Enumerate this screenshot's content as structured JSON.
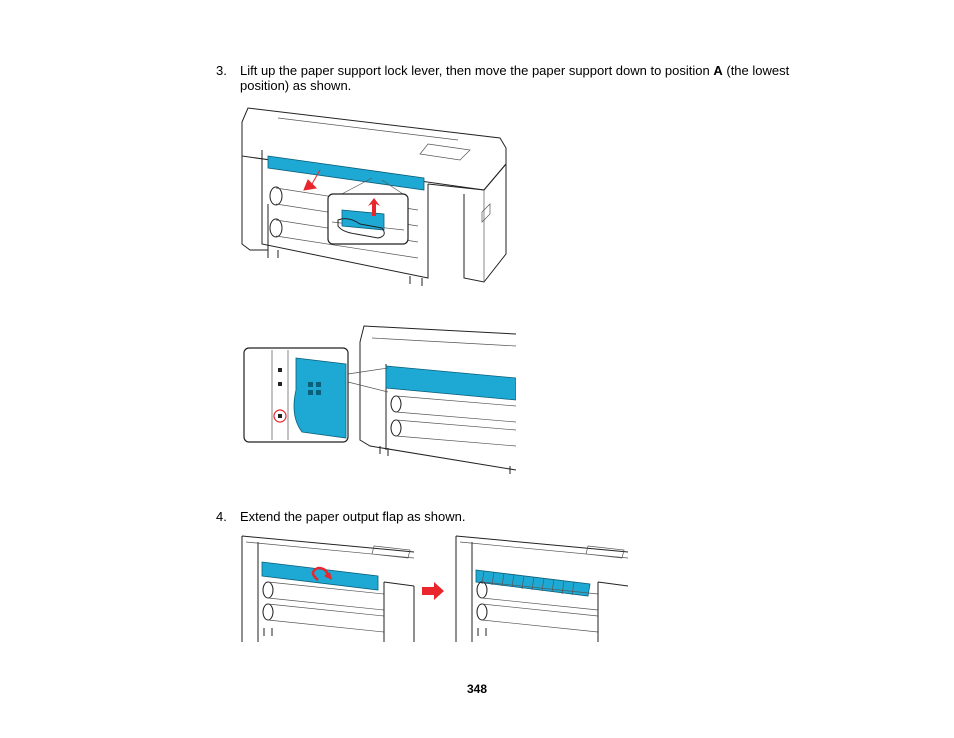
{
  "steps": [
    {
      "number": "3.",
      "text_before": "Lift up the paper support lock lever, then move the paper support down to position ",
      "bold": "A",
      "text_after": " (the lowest position) as shown."
    },
    {
      "number": "4.",
      "text": "Extend the paper output flap as shown."
    }
  ],
  "page_number": "348",
  "colors": {
    "highlight": "#1ea9d4",
    "arrow": "#e8262b"
  }
}
